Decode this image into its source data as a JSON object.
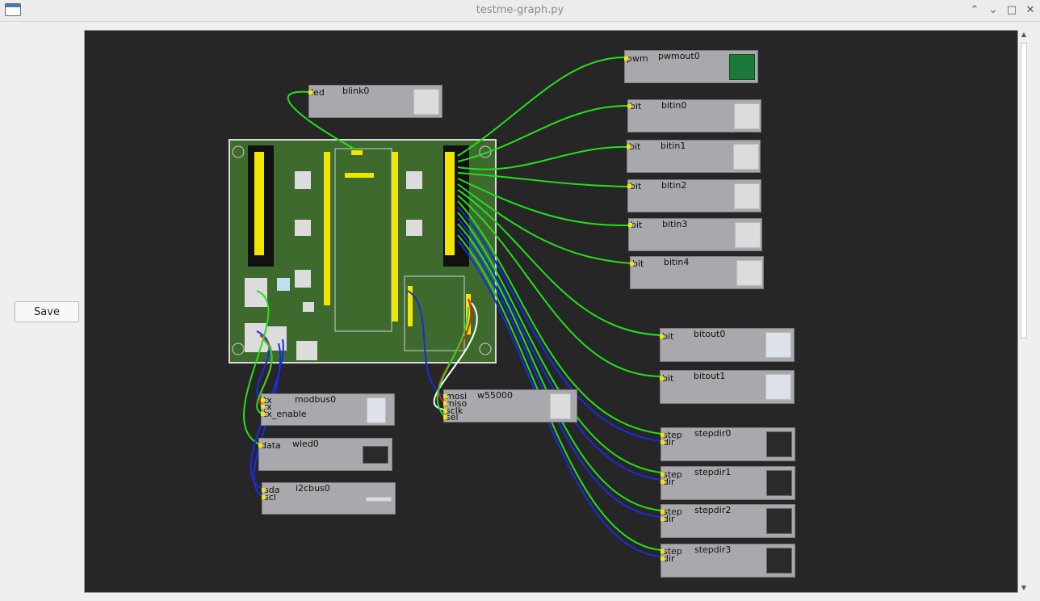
{
  "window": {
    "title": "testme-graph.py"
  },
  "toolbar": {
    "save_label": "Save"
  },
  "nodes": {
    "blink0": {
      "title": "blink0",
      "ports": [
        "led"
      ]
    },
    "pwmout0": {
      "title": "pwmout0",
      "ports": [
        "pwm"
      ]
    },
    "bitin0": {
      "title": "bitin0",
      "ports": [
        "bit"
      ]
    },
    "bitin1": {
      "title": "bitin1",
      "ports": [
        "bit"
      ]
    },
    "bitin2": {
      "title": "bitin2",
      "ports": [
        "bit"
      ]
    },
    "bitin3": {
      "title": "bitin3",
      "ports": [
        "bit"
      ]
    },
    "bitin4": {
      "title": "bitin4",
      "ports": [
        "bit"
      ]
    },
    "bitout0": {
      "title": "bitout0",
      "ports": [
        "bit"
      ]
    },
    "bitout1": {
      "title": "bitout1",
      "ports": [
        "bit"
      ]
    },
    "stepdir0": {
      "title": "stepdir0",
      "ports": [
        "step",
        "dir"
      ]
    },
    "stepdir1": {
      "title": "stepdir1",
      "ports": [
        "step",
        "dir"
      ]
    },
    "stepdir2": {
      "title": "stepdir2",
      "ports": [
        "step",
        "dir"
      ]
    },
    "stepdir3": {
      "title": "stepdir3",
      "ports": [
        "step",
        "dir"
      ]
    },
    "modbus0": {
      "title": "modbus0",
      "ports": [
        "tx",
        "rx",
        "tx_enable"
      ]
    },
    "wled0": {
      "title": "wled0",
      "ports": [
        "data"
      ]
    },
    "i2cbus0": {
      "title": "i2cbus0",
      "ports": [
        "sda",
        "scl"
      ]
    },
    "w55000": {
      "title": "w55000",
      "ports": [
        "mosi",
        "miso",
        "sclk",
        "sel"
      ]
    }
  },
  "colors": {
    "wire_green": "#22e01a",
    "wire_blue": "#1a2be0",
    "wire_red": "#e01a1a",
    "wire_white": "#ffffff",
    "canvas": "#262626",
    "node": "#a9a9ad",
    "port": "#f2e600"
  },
  "icons": {
    "app": "window-icon",
    "minimize": "chevron-up-icon",
    "restore": "chevron-down-icon",
    "maximize": "maximize-icon",
    "close": "close-icon"
  }
}
